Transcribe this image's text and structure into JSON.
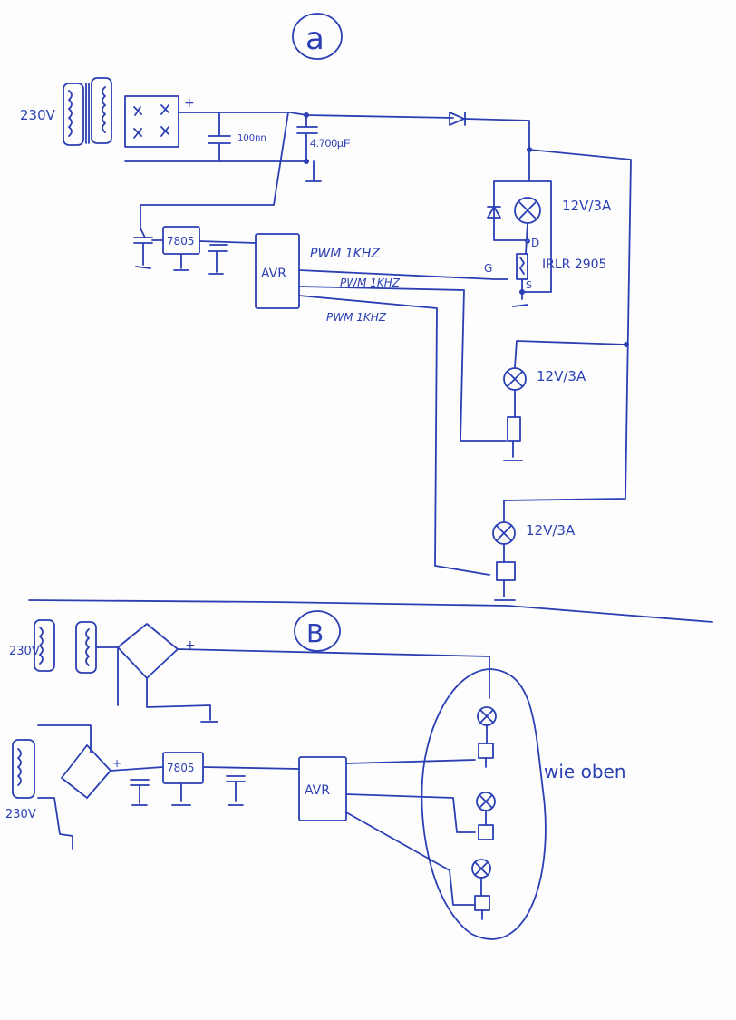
{
  "section_a": {
    "label": "a",
    "input_voltage": "230V",
    "bridge_plus": "+",
    "cap_small": "100nn",
    "cap_big": "4.700µF",
    "regulator": "7805",
    "controller": "AVR",
    "pwm1": "PWM 1KHZ",
    "pwm2": "PWM 1KHZ",
    "pwm3": "PWM 1KHZ",
    "lamp1": "12V/3A",
    "lamp2": "12V/3A",
    "lamp3": "12V/3A",
    "mosfet": "IRLR 2905",
    "gate": "G",
    "drain": "D",
    "source": "S"
  },
  "section_b": {
    "label": "B",
    "input_voltage_top": "230V",
    "input_voltage_bottom": "230V",
    "bridge_plus_top": "+",
    "bridge_plus_bottom": "+",
    "regulator": "7805",
    "controller": "AVR",
    "note": "wie oben"
  }
}
